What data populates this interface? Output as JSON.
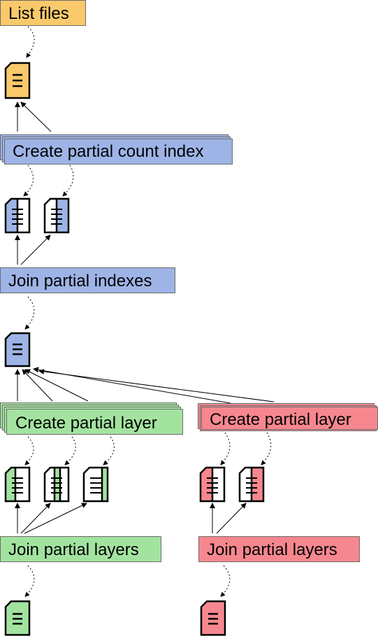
{
  "colors": {
    "orange": "#f9c96b",
    "blue": "#9eb4e6",
    "green": "#a3e3a0",
    "red": "#f7878f",
    "white": "#ffffff",
    "outline": "#000000"
  },
  "nodes": {
    "list_files": "List files",
    "create_partial_count_index": "Create partial count index",
    "join_partial_indexes": "Join partial indexes",
    "create_partial_layer_green": "Create partial layer",
    "create_partial_layer_red": "Create partial layer",
    "join_partial_layers_green": "Join partial layers",
    "join_partial_layers_red": "Join partial layers"
  },
  "icons": {
    "file": "document-icon",
    "partial_file": "partial-document-icon"
  }
}
